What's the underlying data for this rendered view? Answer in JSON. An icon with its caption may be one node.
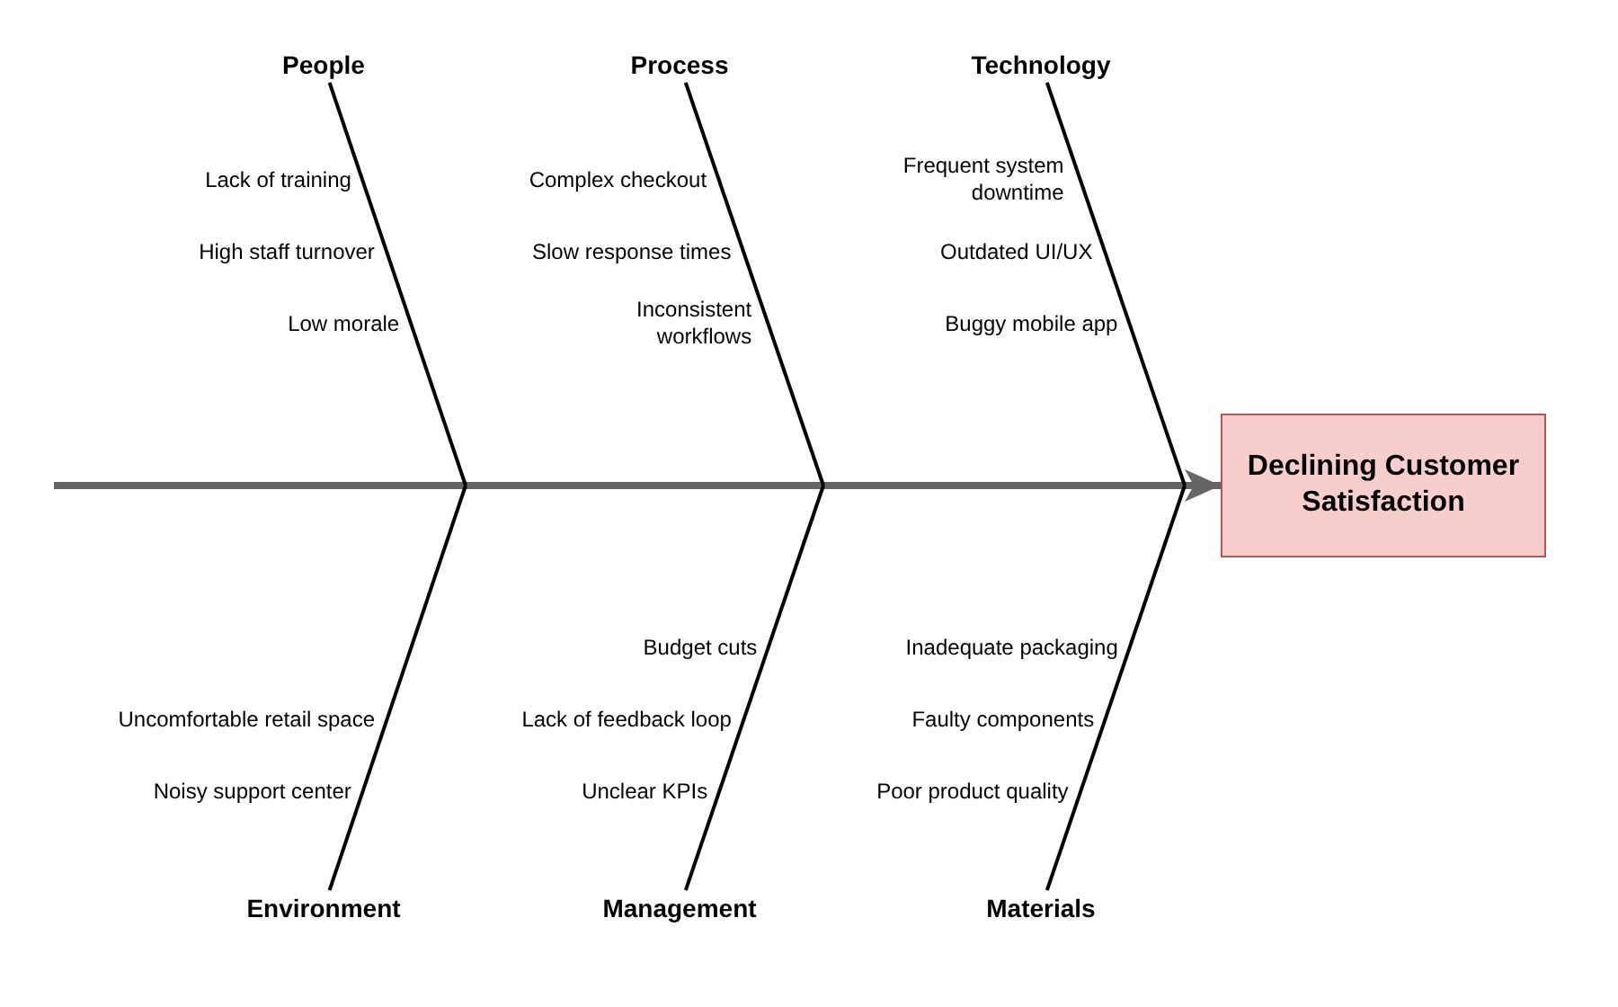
{
  "diagram": {
    "nodes": [
      {
        "text": [
          "People"
        ]
      },
      {
        "text": [
          "Process"
        ]
      },
      {
        "text": [
          "Technology"
        ]
      },
      {
        "text": [
          "Declining Customer Satisfaction"
        ]
      },
      {
        "text": [
          "Environment"
        ]
      },
      {
        "text": [
          "Management"
        ]
      },
      {
        "text": [
          "Materials"
        ]
      }
    ],
    "edges": [
      {
        "from": null,
        "to": 3,
        "arrow": "to",
        "style": "thick",
        "color": "#666666"
      },
      {
        "from": 0,
        "to": null,
        "arrow": "none"
      },
      {
        "from": 1,
        "to": null,
        "arrow": "none"
      },
      {
        "from": 2,
        "to": null,
        "arrow": "none"
      },
      {
        "from": 4,
        "to": null,
        "arrow": "none"
      },
      {
        "from": 5,
        "to": null,
        "arrow": "none"
      },
      {
        "from": 6,
        "to": null,
        "arrow": "none"
      }
    ],
    "labels": [
      "Lack of training",
      "High staff turnover",
      "Low morale",
      "Complex checkout",
      "Slow response times",
      "Inconsistent workflows",
      "Frequent system downtime",
      "Outdated UI/UX",
      "Buggy mobile app",
      "Uncomfortable retail space",
      "Noisy support center",
      "Budget cuts",
      "Lack of feedback loop",
      "Unclear KPIs",
      "Inadequate packaging",
      "Faulty components",
      "Poor product quality"
    ]
  }
}
